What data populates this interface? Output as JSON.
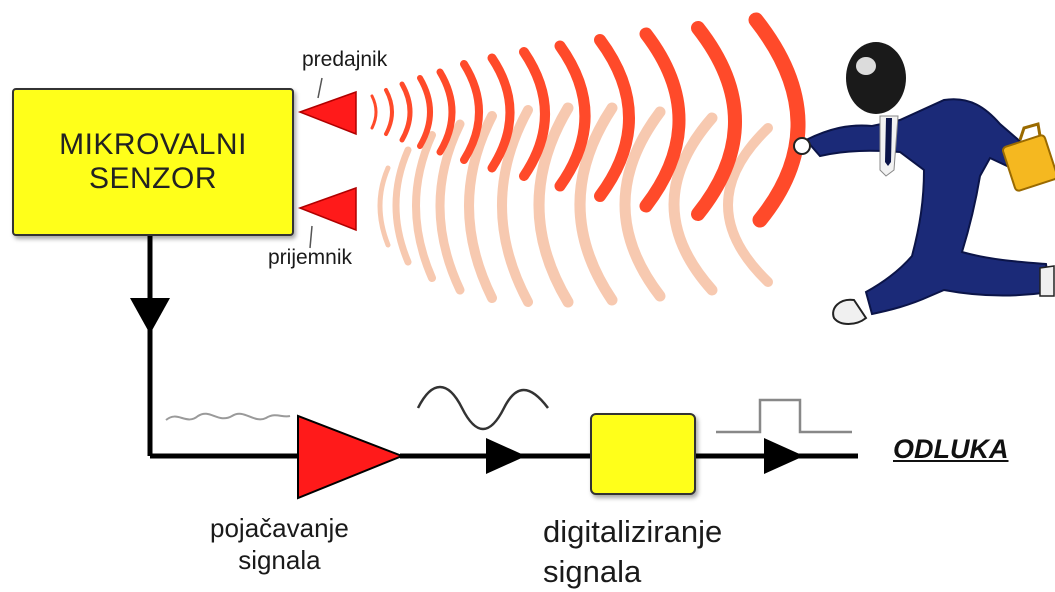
{
  "diagram": {
    "sensor_line1": "MIKROVALNI",
    "sensor_line2": "SENZOR",
    "transmitter": "predajnik",
    "receiver": "prijemnik",
    "amplify_line1": "pojačavanje",
    "amplify_line2": "signala",
    "digitize_line1": "digitaliziranje",
    "digitize_line2": "signala",
    "decision": "ODLUKA"
  },
  "colors": {
    "box_fill": "#ffff1a",
    "emitter_red": "#ff1a1a",
    "wave_orange": "#ff4a2a",
    "wave_faded": "#f7c9b0",
    "suit_navy": "#1b2a78",
    "briefcase": "#f5b820"
  }
}
